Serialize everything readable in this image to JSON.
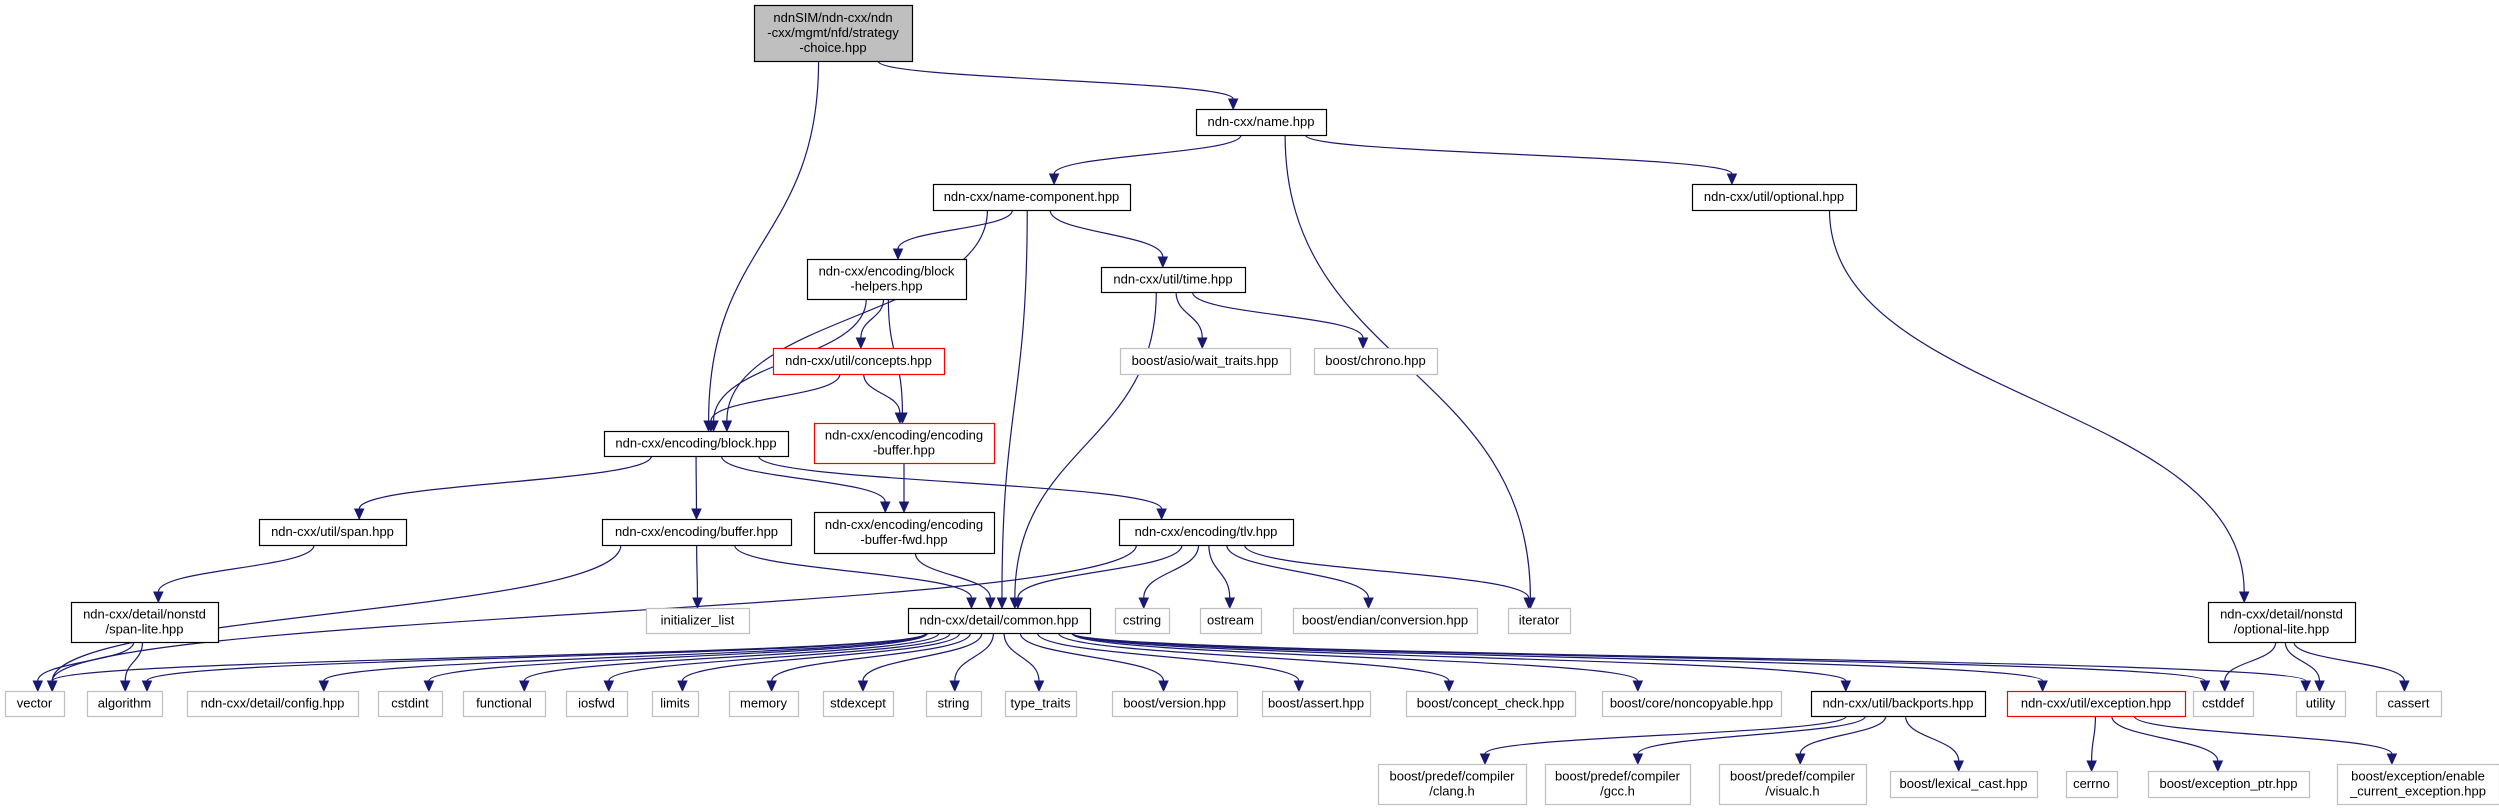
{
  "title": "ndnSIM/ndn-cxx/ndn-cxx/mgmt/nfd/strategy-choice.hpp include dependency graph",
  "colors": {
    "edge": "#191970",
    "root_fill": "#bfbfbf",
    "internal_border": "#000000",
    "external_border": "#bfbfbf",
    "truncated_border": "#ff0000"
  },
  "nodes": [
    {
      "id": "root",
      "kind": "root",
      "lines": [
        "ndnSIM/ndn-cxx/ndn",
        "-cxx/mgmt/nfd/strategy",
        "-choice.hpp"
      ]
    },
    {
      "id": "name",
      "kind": "internal",
      "lines": [
        "ndn-cxx/name.hpp"
      ]
    },
    {
      "id": "name_component",
      "kind": "internal",
      "lines": [
        "ndn-cxx/name-component.hpp"
      ]
    },
    {
      "id": "optional",
      "kind": "internal",
      "lines": [
        "ndn-cxx/util/optional.hpp"
      ]
    },
    {
      "id": "block_helpers",
      "kind": "internal",
      "lines": [
        "ndn-cxx/encoding/block",
        "-helpers.hpp"
      ]
    },
    {
      "id": "time",
      "kind": "internal",
      "lines": [
        "ndn-cxx/util/time.hpp"
      ]
    },
    {
      "id": "concepts",
      "kind": "truncated",
      "lines": [
        "ndn-cxx/util/concepts.hpp"
      ]
    },
    {
      "id": "wait_traits",
      "kind": "external",
      "lines": [
        "boost/asio/wait_traits.hpp"
      ]
    },
    {
      "id": "chrono",
      "kind": "external",
      "lines": [
        "boost/chrono.hpp"
      ]
    },
    {
      "id": "block",
      "kind": "internal",
      "lines": [
        "ndn-cxx/encoding/block.hpp"
      ]
    },
    {
      "id": "encoding_buffer",
      "kind": "truncated",
      "lines": [
        "ndn-cxx/encoding/encoding",
        "-buffer.hpp"
      ]
    },
    {
      "id": "span",
      "kind": "internal",
      "lines": [
        "ndn-cxx/util/span.hpp"
      ]
    },
    {
      "id": "buffer",
      "kind": "internal",
      "lines": [
        "ndn-cxx/encoding/buffer.hpp"
      ]
    },
    {
      "id": "buffer_fwd",
      "kind": "internal",
      "lines": [
        "ndn-cxx/encoding/encoding",
        "-buffer-fwd.hpp"
      ]
    },
    {
      "id": "tlv",
      "kind": "internal",
      "lines": [
        "ndn-cxx/encoding/tlv.hpp"
      ]
    },
    {
      "id": "span_lite",
      "kind": "internal",
      "lines": [
        "ndn-cxx/detail/nonstd",
        "/span-lite.hpp"
      ]
    },
    {
      "id": "initializer_list",
      "kind": "external",
      "lines": [
        "initializer_list"
      ]
    },
    {
      "id": "common",
      "kind": "internal",
      "lines": [
        "ndn-cxx/detail/common.hpp"
      ]
    },
    {
      "id": "cstring",
      "kind": "external",
      "lines": [
        "cstring"
      ]
    },
    {
      "id": "ostream",
      "kind": "external",
      "lines": [
        "ostream"
      ]
    },
    {
      "id": "endian",
      "kind": "external",
      "lines": [
        "boost/endian/conversion.hpp"
      ]
    },
    {
      "id": "iterator",
      "kind": "external",
      "lines": [
        "iterator"
      ]
    },
    {
      "id": "optional_lite",
      "kind": "internal",
      "lines": [
        "ndn-cxx/detail/nonstd",
        "/optional-lite.hpp"
      ]
    },
    {
      "id": "vector",
      "kind": "external",
      "lines": [
        "vector"
      ]
    },
    {
      "id": "algorithm",
      "kind": "external",
      "lines": [
        "algorithm"
      ]
    },
    {
      "id": "config",
      "kind": "external",
      "lines": [
        "ndn-cxx/detail/config.hpp"
      ]
    },
    {
      "id": "cstdint",
      "kind": "external",
      "lines": [
        "cstdint"
      ]
    },
    {
      "id": "functional",
      "kind": "external",
      "lines": [
        "functional"
      ]
    },
    {
      "id": "iosfwd",
      "kind": "external",
      "lines": [
        "iosfwd"
      ]
    },
    {
      "id": "limits",
      "kind": "external",
      "lines": [
        "limits"
      ]
    },
    {
      "id": "memory",
      "kind": "external",
      "lines": [
        "memory"
      ]
    },
    {
      "id": "stdexcept",
      "kind": "external",
      "lines": [
        "stdexcept"
      ]
    },
    {
      "id": "string",
      "kind": "external",
      "lines": [
        "string"
      ]
    },
    {
      "id": "type_traits",
      "kind": "external",
      "lines": [
        "type_traits"
      ]
    },
    {
      "id": "boost_version",
      "kind": "external",
      "lines": [
        "boost/version.hpp"
      ]
    },
    {
      "id": "boost_assert",
      "kind": "external",
      "lines": [
        "boost/assert.hpp"
      ]
    },
    {
      "id": "concept_check",
      "kind": "external",
      "lines": [
        "boost/concept_check.hpp"
      ]
    },
    {
      "id": "noncopyable",
      "kind": "external",
      "lines": [
        "boost/core/noncopyable.hpp"
      ]
    },
    {
      "id": "backports",
      "kind": "internal",
      "lines": [
        "ndn-cxx/util/backports.hpp"
      ]
    },
    {
      "id": "exception",
      "kind": "truncated",
      "lines": [
        "ndn-cxx/util/exception.hpp"
      ]
    },
    {
      "id": "cstddef",
      "kind": "external",
      "lines": [
        "cstddef"
      ]
    },
    {
      "id": "utility",
      "kind": "external",
      "lines": [
        "utility"
      ]
    },
    {
      "id": "cassert",
      "kind": "external",
      "lines": [
        "cassert"
      ]
    },
    {
      "id": "clang",
      "kind": "external",
      "lines": [
        "boost/predef/compiler",
        "/clang.h"
      ]
    },
    {
      "id": "gcc",
      "kind": "external",
      "lines": [
        "boost/predef/compiler",
        "/gcc.h"
      ]
    },
    {
      "id": "visualc",
      "kind": "external",
      "lines": [
        "boost/predef/compiler",
        "/visualc.h"
      ]
    },
    {
      "id": "lexical_cast",
      "kind": "external",
      "lines": [
        "boost/lexical_cast.hpp"
      ]
    },
    {
      "id": "cerrno",
      "kind": "external",
      "lines": [
        "cerrno"
      ]
    },
    {
      "id": "exception_ptr",
      "kind": "external",
      "lines": [
        "boost/exception_ptr.hpp"
      ]
    },
    {
      "id": "enable_current_exception",
      "kind": "external",
      "lines": [
        "boost/exception/enable",
        "_current_exception.hpp"
      ]
    }
  ],
  "edges": [
    [
      "root",
      "name"
    ],
    [
      "root",
      "block"
    ],
    [
      "name",
      "name_component"
    ],
    [
      "name",
      "optional"
    ],
    [
      "name",
      "iterator"
    ],
    [
      "name_component",
      "block"
    ],
    [
      "name_component",
      "block_helpers"
    ],
    [
      "name_component",
      "common"
    ],
    [
      "name_component",
      "time"
    ],
    [
      "block_helpers",
      "block"
    ],
    [
      "block_helpers",
      "concepts"
    ],
    [
      "block_helpers",
      "encoding_buffer"
    ],
    [
      "concepts",
      "block"
    ],
    [
      "concepts",
      "encoding_buffer"
    ],
    [
      "time",
      "common"
    ],
    [
      "time",
      "wait_traits"
    ],
    [
      "time",
      "chrono"
    ],
    [
      "optional",
      "optional_lite"
    ],
    [
      "encoding_buffer",
      "buffer_fwd"
    ],
    [
      "block",
      "span"
    ],
    [
      "block",
      "buffer"
    ],
    [
      "block",
      "buffer_fwd"
    ],
    [
      "block",
      "tlv"
    ],
    [
      "span",
      "span_lite"
    ],
    [
      "buffer",
      "vector"
    ],
    [
      "buffer",
      "initializer_list"
    ],
    [
      "buffer",
      "common"
    ],
    [
      "buffer_fwd",
      "common"
    ],
    [
      "tlv",
      "common"
    ],
    [
      "tlv",
      "vector"
    ],
    [
      "tlv",
      "cstring"
    ],
    [
      "tlv",
      "ostream"
    ],
    [
      "tlv",
      "endian"
    ],
    [
      "tlv",
      "iterator"
    ],
    [
      "span_lite",
      "vector"
    ],
    [
      "span_lite",
      "algorithm"
    ],
    [
      "optional_lite",
      "cstddef"
    ],
    [
      "optional_lite",
      "utility"
    ],
    [
      "optional_lite",
      "cassert"
    ],
    [
      "common",
      "vector"
    ],
    [
      "common",
      "algorithm"
    ],
    [
      "common",
      "config"
    ],
    [
      "common",
      "cstdint"
    ],
    [
      "common",
      "functional"
    ],
    [
      "common",
      "iosfwd"
    ],
    [
      "common",
      "limits"
    ],
    [
      "common",
      "memory"
    ],
    [
      "common",
      "stdexcept"
    ],
    [
      "common",
      "string"
    ],
    [
      "common",
      "type_traits"
    ],
    [
      "common",
      "boost_version"
    ],
    [
      "common",
      "boost_assert"
    ],
    [
      "common",
      "concept_check"
    ],
    [
      "common",
      "noncopyable"
    ],
    [
      "common",
      "backports"
    ],
    [
      "common",
      "exception"
    ],
    [
      "common",
      "cstddef"
    ],
    [
      "common",
      "utility"
    ],
    [
      "backports",
      "clang"
    ],
    [
      "backports",
      "gcc"
    ],
    [
      "backports",
      "visualc"
    ],
    [
      "backports",
      "lexical_cast"
    ],
    [
      "exception",
      "cerrno"
    ],
    [
      "exception",
      "exception_ptr"
    ],
    [
      "exception",
      "enable_current_exception"
    ]
  ]
}
